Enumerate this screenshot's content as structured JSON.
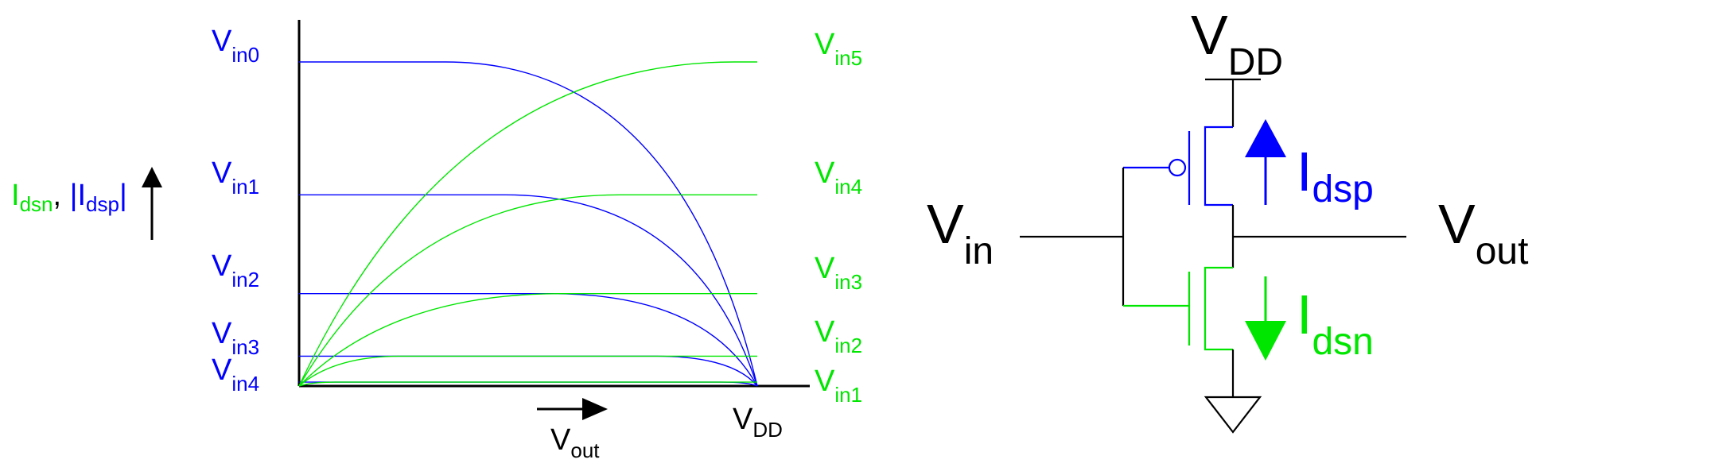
{
  "colors": {
    "pmos": "#0000ff",
    "nmos": "#00e600",
    "black": "#000000",
    "grid_line": "#000000"
  },
  "plot": {
    "y_axis_label": {
      "green_main": "I",
      "green_sub": "dsn",
      "separator": ", ",
      "blue_main": "|I",
      "blue_sub": "dsp",
      "blue_suffix": "|"
    },
    "x_axis_label": {
      "main": "V",
      "sub": "out"
    },
    "x_end_label": {
      "main": "V",
      "sub": "DD"
    },
    "left_labels": [
      {
        "main": "V",
        "sub": "in0"
      },
      {
        "main": "V",
        "sub": "in1"
      },
      {
        "main": "V",
        "sub": "in2"
      },
      {
        "main": "V",
        "sub": "in3"
      },
      {
        "main": "V",
        "sub": "in4"
      }
    ],
    "right_labels": [
      {
        "main": "V",
        "sub": "in5"
      },
      {
        "main": "V",
        "sub": "in4"
      },
      {
        "main": "V",
        "sub": "in3"
      },
      {
        "main": "V",
        "sub": "in2"
      },
      {
        "main": "V",
        "sub": "in1"
      }
    ],
    "curve_levels": [
      1.0,
      0.59,
      0.285,
      0.092,
      0.012
    ],
    "pmos_knees": [
      0.32,
      0.45,
      0.55,
      0.78,
      0.92
    ],
    "nmos_knees": [
      0.95,
      0.7,
      0.57,
      0.22,
      0.08
    ],
    "nmos_levels": [
      1.0,
      0.59,
      0.285,
      0.092,
      0.012
    ]
  },
  "circuit": {
    "vdd": {
      "main": "V",
      "sub": "DD"
    },
    "vin": {
      "main": "V",
      "sub": "in"
    },
    "vout": {
      "main": "V",
      "sub": "out"
    },
    "idsp": {
      "main": "I",
      "sub": "dsp"
    },
    "idsn": {
      "main": "I",
      "sub": "dsn"
    }
  }
}
